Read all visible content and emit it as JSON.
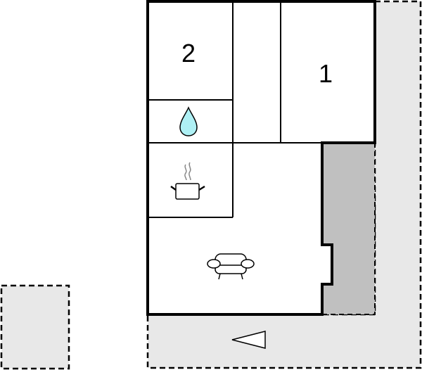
{
  "title": "Floor plan",
  "colors": {
    "background": "#ffffff",
    "outdoor_area": "#e8e8e8",
    "covered_terrace": "#c0c0c0",
    "wall": "#000000",
    "water_drop": "#aef0f4",
    "steam": "#888888"
  },
  "rooms": [
    {
      "id": "bedroom-2",
      "label": "2",
      "type": "bedroom"
    },
    {
      "id": "bedroom-1",
      "label": "1",
      "type": "bedroom"
    },
    {
      "id": "hallway",
      "label": "",
      "type": "hallway"
    },
    {
      "id": "bathroom",
      "label": "",
      "type": "bathroom",
      "icon": "water-drop-icon"
    },
    {
      "id": "kitchen",
      "label": "",
      "type": "kitchen",
      "icon": "cooking-pot-icon"
    },
    {
      "id": "living-room",
      "label": "",
      "type": "living room",
      "icon": "sofa-icon"
    }
  ],
  "outdoor": [
    {
      "id": "terrace",
      "type": "outdoor area (dashed)"
    },
    {
      "id": "covered-terrace",
      "type": "covered terrace"
    },
    {
      "id": "separate-annex",
      "type": "outdoor area (dashed)"
    }
  ],
  "markers": {
    "entrance_arrow": "left-arrow-icon"
  }
}
